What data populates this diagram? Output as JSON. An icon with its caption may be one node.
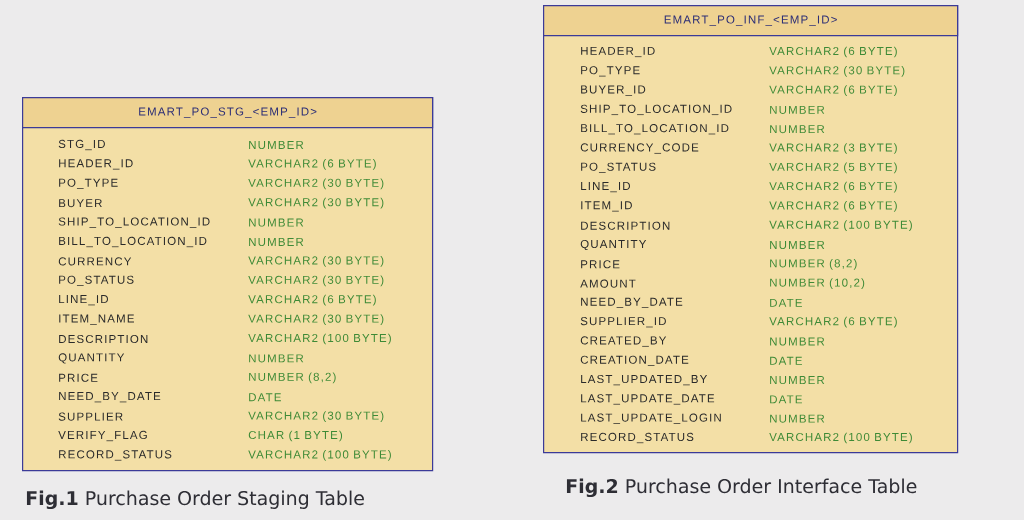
{
  "diagram": {
    "nodes": [
      {
        "text": [
          "EMART_PO_STG_<EMP_ID>",
          "STG_ID",
          "NUMBER",
          "HEADER_ID",
          "VARCHAR2 (6 BYTE)",
          "PO_TYPE",
          "VARCHAR2 (30 BYTE)",
          "BUYER",
          "VARCHAR2 (30 BYTE)",
          "SHIP_TO_LOCATION_ID",
          "NUMBER",
          "BILL_TO_LOCATION_ID",
          "NUMBER",
          "CURRENCY",
          "VARCHAR2 (30 BYTE)",
          "PO_STATUS",
          "VARCHAR2 (30 BYTE)",
          "LINE_ID",
          "VARCHAR2 (6 BYTE)",
          "ITEM_NAME",
          "VARCHAR2 (30 BYTE)",
          "DESCRIPTION",
          "VARCHAR2 (100 BYTE)",
          "QUANTITY",
          "NUMBER",
          "PRICE",
          "NUMBER (8,2)",
          "NEED_BY_DATE",
          "DATE",
          "SUPPLIER",
          "VARCHAR2 (30 BYTE)",
          "VERIFY_FLAG",
          "CHAR (1 BYTE)",
          "RECORD_STATUS",
          "VARCHAR2 (100 BYTE)"
        ],
        "beside": [
          "**Fig.1** Purchase Order Staging Table"
        ]
      },
      {
        "text": [
          "EMART_PO_INF_<EMP_ID>",
          "HEADER_ID",
          "VARCHAR2 (6 BYTE)",
          "PO_TYPE",
          "VARCHAR2 (30 BYTE)",
          "BUYER_ID",
          "VARCHAR2 (6 BYTE)",
          "SHIP_TO_LOCATION_ID",
          "NUMBER",
          "BILL_TO_LOCATION_ID",
          "NUMBER",
          "CURRENCY_CODE",
          "VARCHAR2 (3 BYTE)",
          "PO_STATUS",
          "VARCHAR2 (5 BYTE)",
          "LINE_ID",
          "VARCHAR2 (6 BYTE)",
          "ITEM_ID",
          "VARCHAR2 (6 BYTE)",
          "DESCRIPTION",
          "VARCHAR2 (100 BYTE)",
          "QUANTITY",
          "NUMBER",
          "PRICE",
          "NUMBER (8,2)",
          "AMOUNT",
          "NUMBER (10,2)",
          "NEED_BY_DATE",
          "DATE",
          "SUPPLIER_ID",
          "VARCHAR2 (6 BYTE)",
          "CREATED_BY",
          "NUMBER",
          "CREATION_DATE",
          "DATE",
          "LAST_UPDATED_BY",
          "NUMBER",
          "LAST_UPDATE_DATE",
          "DATE",
          "LAST_UPDATE_LOGIN",
          "NUMBER",
          "RECORD_STATUS",
          "VARCHAR2 (100 BYTE)"
        ],
        "beside": [
          "**Fig.2** Purchase Order Interface Table"
        ]
      }
    ]
  }
}
